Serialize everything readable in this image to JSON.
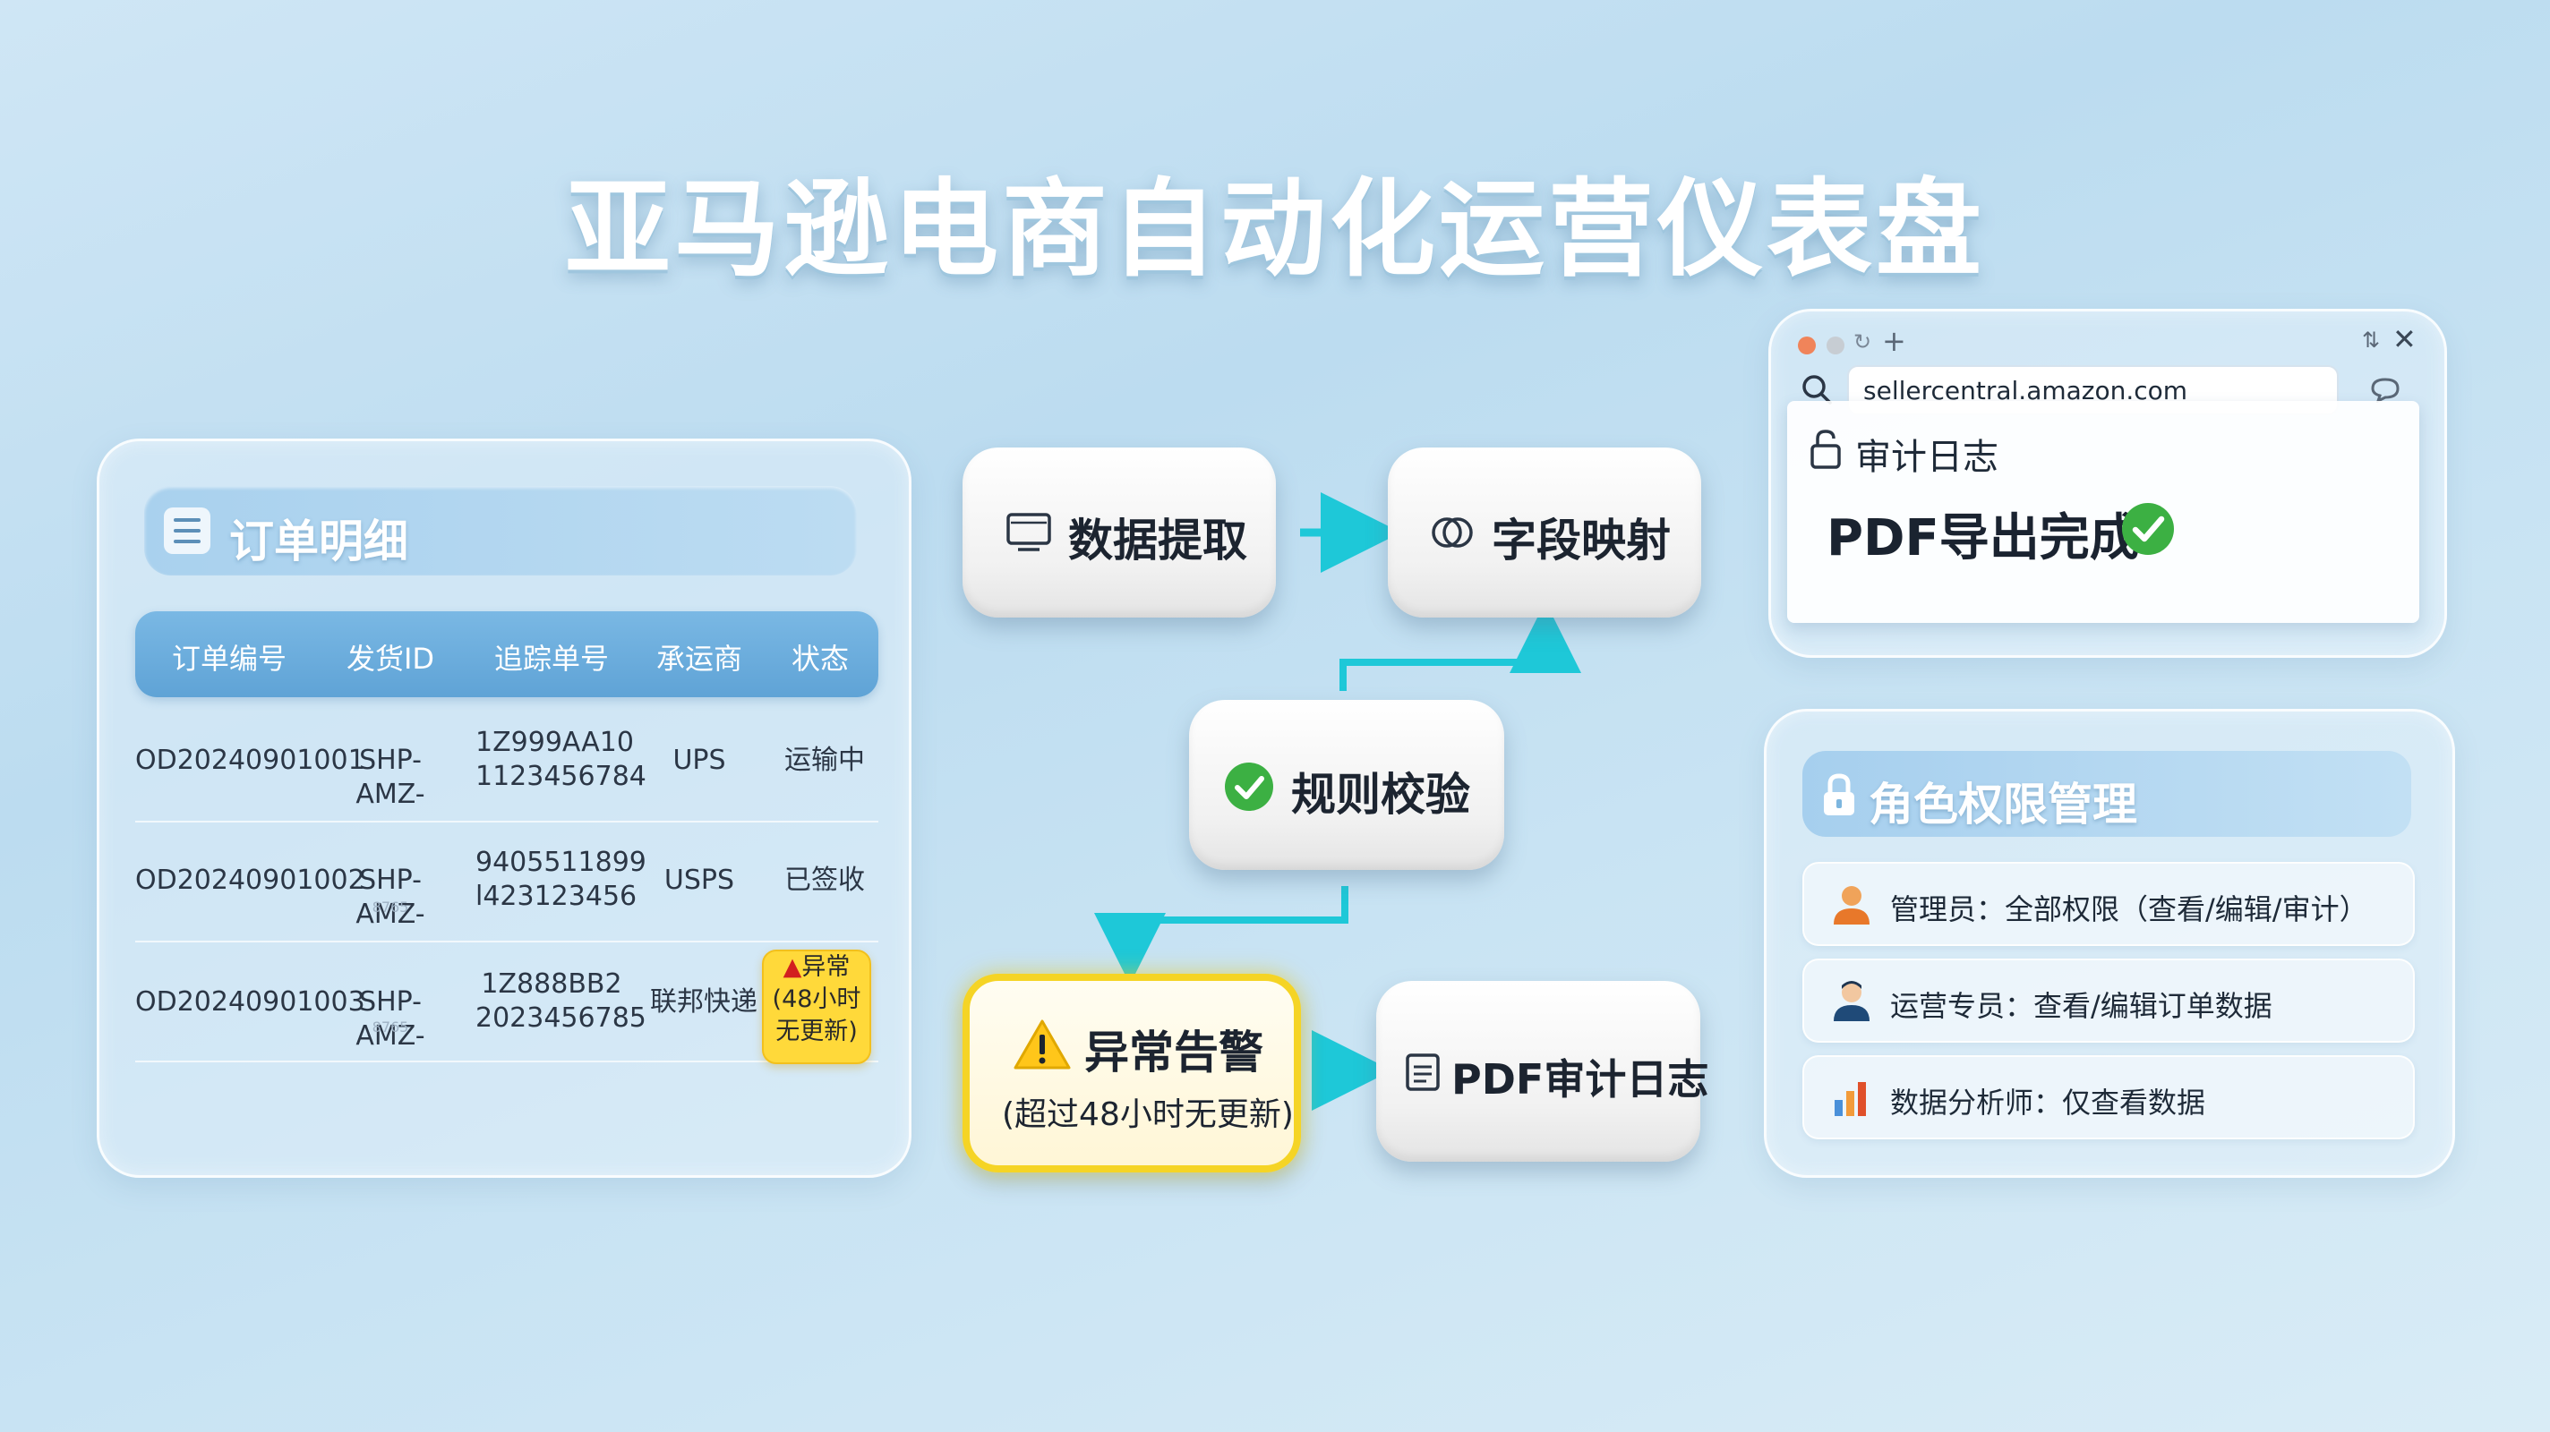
{
  "title": "亚马逊电商自动化运营仪表盘",
  "orders_panel": {
    "title": "订单明细",
    "columns": [
      "订单编号",
      "发货ID",
      "追踪单号",
      "承运商",
      "状态"
    ],
    "rows": [
      {
        "order_id": "OD20240901001",
        "shipment_id": "SHP-AMZ-",
        "tracking_1": "1Z999AA10",
        "tracking_2": "1123456784",
        "carrier": "UPS",
        "status": "运输中"
      },
      {
        "order_id": "OD20240901002",
        "shipment_id": "SHP-AMZ-",
        "tracking_1": "9405511899",
        "tracking_2": "l423123456",
        "carrier": "USPS",
        "status": "已签收"
      },
      {
        "order_id": "OD20240901003",
        "shipment_id": "SHP-AMZ-",
        "tracking_1": "1Z888BB2",
        "tracking_2": "2023456785",
        "carrier": "联邦快递",
        "status_line1": "异常",
        "status_line2": "(48小时",
        "status_line3": "无更新)"
      }
    ],
    "ghost_text": [
      "8765",
      "8765"
    ]
  },
  "flow": {
    "extract": "数据提取",
    "mapping": "字段映射",
    "validate": "规则校验",
    "alert": "异常告警",
    "alert_sub": "(超过48小时无更新)",
    "pdf_log": "PDF审计日志"
  },
  "browser": {
    "url": "sellercentral.amazon.com",
    "audit_label": "审计日志",
    "export_status": "PDF导出完成"
  },
  "roles_panel": {
    "title": "角色权限管理",
    "items": [
      {
        "text": "管理员：全部权限（查看/编辑/审计）",
        "icon": "admin-user-icon"
      },
      {
        "text": "运营专员：查看/编辑订单数据",
        "icon": "operator-user-icon"
      },
      {
        "text": "数据分析师：仅查看数据",
        "icon": "bar-chart-icon"
      }
    ]
  },
  "colors": {
    "accent_cyan": "#1ec8d8",
    "header_blue": "#5fa3d6",
    "warning_yellow": "#ffd93a",
    "success_green": "#3cb043"
  }
}
